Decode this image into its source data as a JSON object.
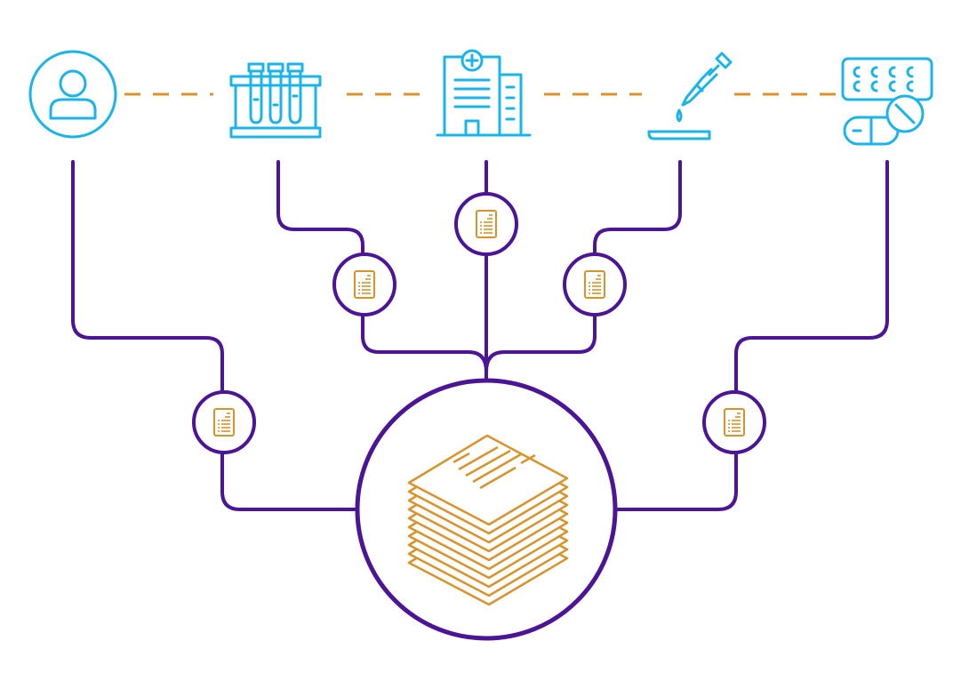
{
  "diagram": {
    "colors": {
      "source_icons": "#1ab4ea",
      "connectors": "#4b1596",
      "documents": "#d9932b",
      "dashes": "#d9932b",
      "background": "#ffffff"
    },
    "sources": [
      {
        "id": "patient",
        "icon": "person-icon"
      },
      {
        "id": "lab",
        "icon": "test-tubes-icon"
      },
      {
        "id": "hospital",
        "icon": "hospital-icon"
      },
      {
        "id": "research",
        "icon": "pipette-dish-icon"
      },
      {
        "id": "pharmacy",
        "icon": "pill-pack-icon"
      }
    ],
    "document_nodes": 5,
    "hub": {
      "icon": "document-stack-icon",
      "sheets": 10
    }
  }
}
